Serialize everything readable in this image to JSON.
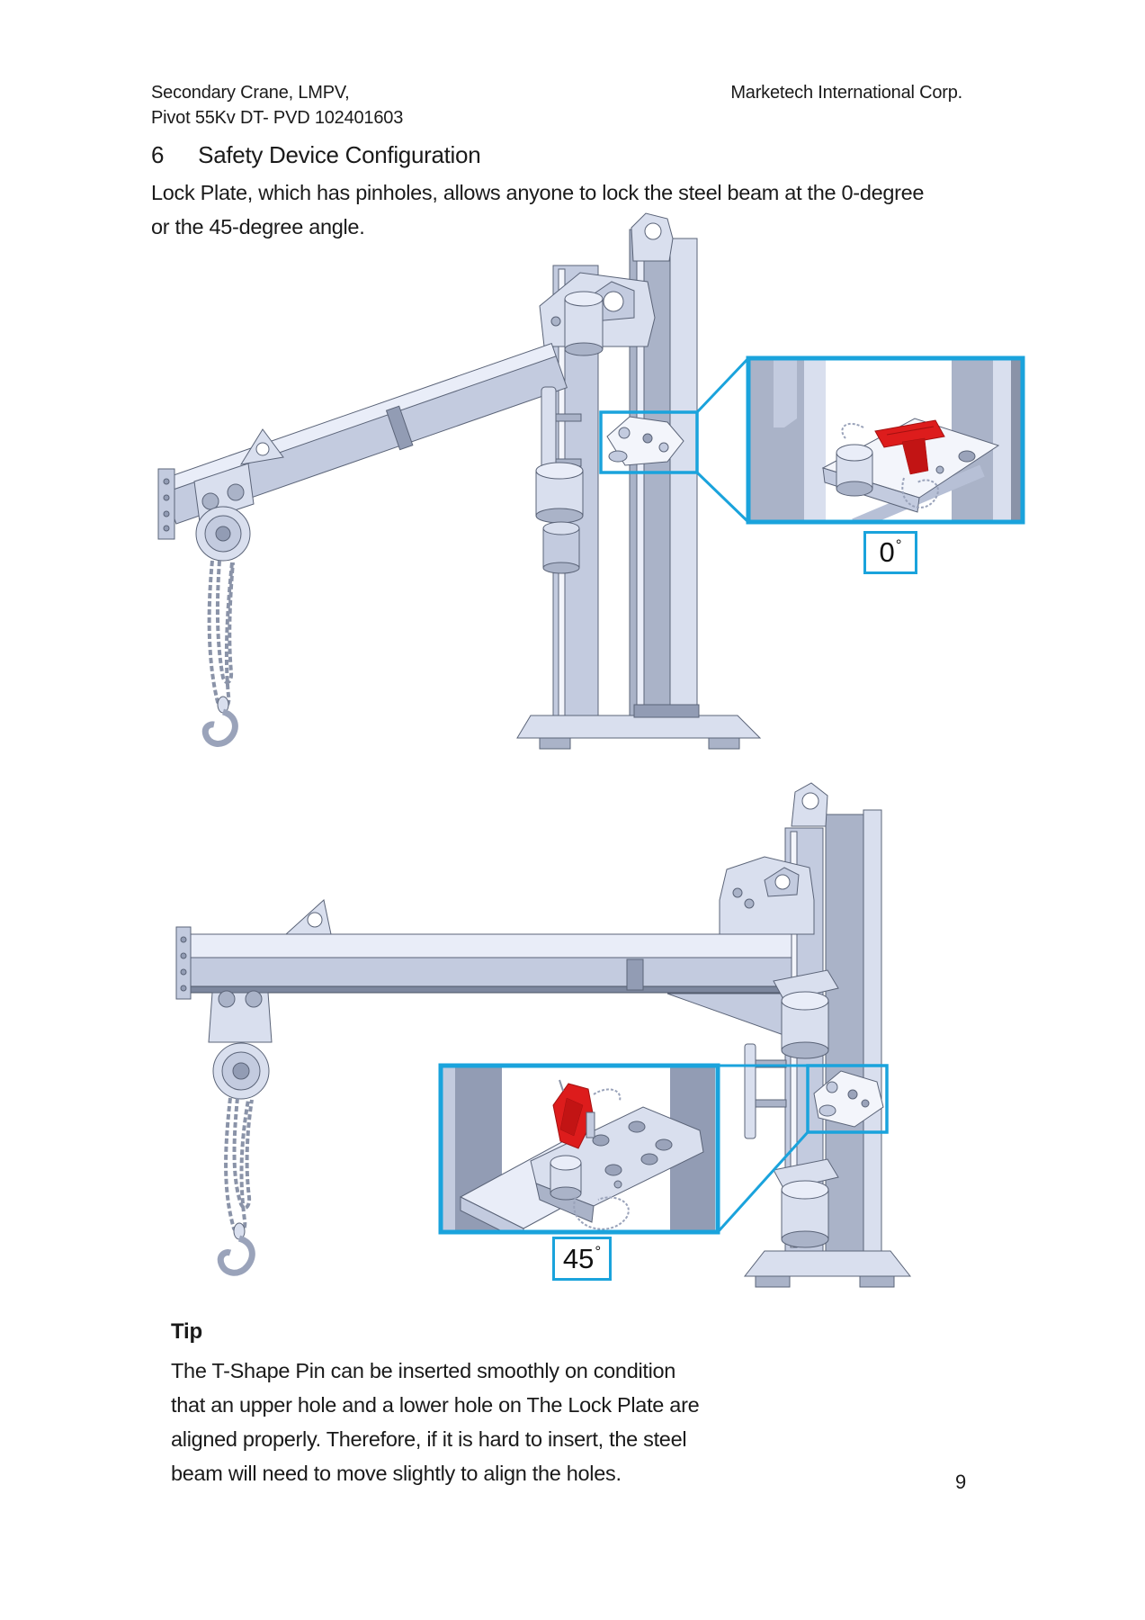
{
  "header": {
    "project_line1": "Secondary Crane, LMPV,",
    "project_line2": "Pivot 55Kv DT- PVD 102401603",
    "company": "Marketech International Corp."
  },
  "section": {
    "number": "6",
    "title": "Safety Device Configuration"
  },
  "intro_lines": [
    "Lock Plate, which has pinholes, allows anyone to lock the steel beam at the 0-degree",
    "or the 45-degree angle."
  ],
  "figures": [
    {
      "angle_value": "0",
      "degree_symbol": "°"
    },
    {
      "angle_value": "45",
      "degree_symbol": "°"
    }
  ],
  "tip": {
    "heading": "Tip",
    "lines": [
      "The T-Shape Pin can be inserted smoothly on condition",
      "that an upper hole and a lower hole on The Lock Plate are",
      "aligned properly. Therefore, if it is hard to insert, the steel",
      "beam will need to move slightly to align the holes."
    ]
  },
  "page_number": "9",
  "colors": {
    "callout_blue": "#1aa3dc",
    "pin_red": "#dd1c1c"
  }
}
